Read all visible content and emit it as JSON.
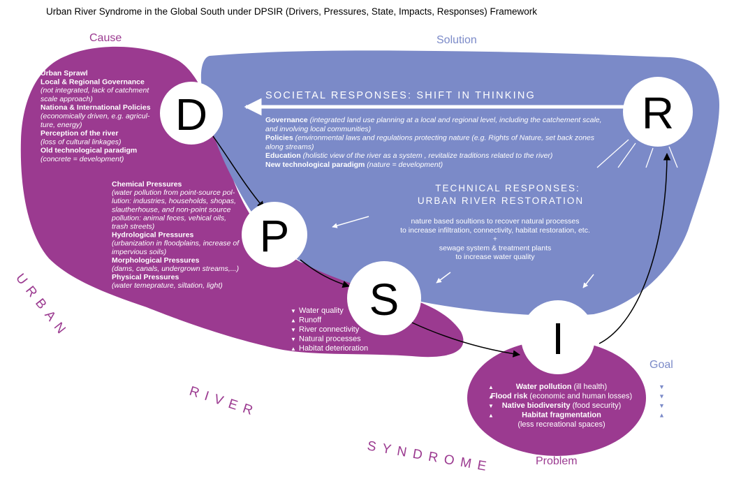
{
  "title": "Urban River Syndrome in the Global South under DPSIR (Drivers, Pressures, State, Impacts, Responses) Framework",
  "labels": {
    "cause": "Cause",
    "solution": "Solution",
    "goal": "Goal",
    "problem": "Problem"
  },
  "side_words": {
    "urban": "URBAN",
    "river": "RIVER",
    "syndrome": "SYNDROME"
  },
  "nodes": {
    "d": "D",
    "p": "P",
    "s": "S",
    "i": "I",
    "r": "R"
  },
  "drivers": [
    {
      "head": "Urban Sprawl",
      "sub": []
    },
    {
      "head": "Local & Regional Governance",
      "sub": [
        "(not integrated, lack of catchment",
        "scale approach)"
      ]
    },
    {
      "head": "Nationa & International Policies",
      "sub": [
        "(economically driven, e.g. agricul-",
        "ture, energy)"
      ]
    },
    {
      "head": "Perception of the river",
      "sub": [
        "(loss of cultural linkages)"
      ]
    },
    {
      "head": "Old technological paradigm",
      "sub": [
        "(concrete = development)"
      ]
    }
  ],
  "pressures": [
    {
      "head": "Chemical Pressures",
      "sub": [
        "(water pollution from point-source pol-",
        "lution: industries, households, shopas,",
        "slautherhouse, and non-point source",
        "pollution: animal feces, vehical oils,",
        "trash streets)"
      ]
    },
    {
      "head": "Hydrological Pressures",
      "sub": [
        "(urbanization in floodplains, increase of",
        "impervious soils)"
      ]
    },
    {
      "head": "Morphological Pressures",
      "sub": [
        "(dams, canals, undergrown streams,...)"
      ]
    },
    {
      "head": "Physical Pressures",
      "sub": [
        "(water temeprature, siltation, light)"
      ]
    }
  ],
  "state_items": [
    {
      "arrow": "down",
      "text": "Water quality"
    },
    {
      "arrow": "up",
      "text": "Runoff"
    },
    {
      "arrow": "down",
      "text": "River connectivity"
    },
    {
      "arrow": "down",
      "text": "Natural processes"
    },
    {
      "arrow": "up",
      "text": "Habitat deterioration"
    }
  ],
  "impacts": [
    {
      "arrow": "up",
      "head": "Water pollution",
      "rest": " (ill health)"
    },
    {
      "arrow": "up",
      "head": "Flood risk",
      "rest": " (economic and human losses)"
    },
    {
      "arrow": "down",
      "head": "Native biodiversity",
      "rest": " (food security)"
    },
    {
      "arrow": "up",
      "head": "Habitat fragmentation",
      "rest": ""
    },
    {
      "arrow": "",
      "head": "",
      "rest": "(less recreational spaces)"
    }
  ],
  "societal": {
    "heading": "SOCIETAL RESPONSES: SHIFT IN THINKING",
    "lines": [
      {
        "head": "Governance",
        "rest": " (integrated land use planning at a local and regional level, including the catchement scale,"
      },
      {
        "head": "",
        "rest": "and involving local communities)"
      },
      {
        "head": "Policies",
        "rest": " (environmental laws and regulations protecting nature (e.g. Rights of Nature, set back zones"
      },
      {
        "head": "",
        "rest": "along streams)"
      },
      {
        "head": "Education",
        "rest": " (holistic view of the river as a system , revitalize traditions related to the river)"
      },
      {
        "head": "New technological paradigm",
        "rest": " (nature = development)"
      }
    ]
  },
  "technical": {
    "heading_1": "TECHNICAL RESPONSES:",
    "heading_2": "URBAN  RIVER  RESTORATION",
    "lines": [
      "nature based soultions to recover natural processes",
      "to increase infiltration, connectivity, habitat restoration, etc.",
      "+",
      "sewage system & treatment plants",
      "to increase water quality"
    ]
  },
  "colors": {
    "purple": "#9b3a90",
    "blue": "#7b8ac8",
    "white": "#ffffff",
    "goal_arrows": "#7b8ac8"
  },
  "goal_arrows": [
    "down",
    "down",
    "down",
    "up"
  ]
}
